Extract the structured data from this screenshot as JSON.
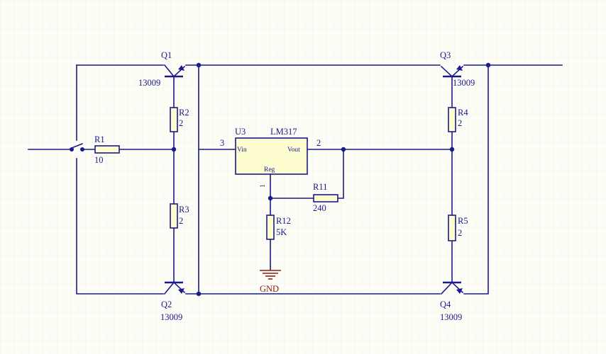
{
  "components": {
    "Q1": {
      "ref": "Q1",
      "value": "13009"
    },
    "Q2": {
      "ref": "Q2",
      "value": "13009"
    },
    "Q3": {
      "ref": "Q3",
      "value": "13009"
    },
    "Q4": {
      "ref": "Q4",
      "value": "13009"
    },
    "R1": {
      "ref": "R1",
      "value": "10"
    },
    "R2": {
      "ref": "R2",
      "value": "2"
    },
    "R3": {
      "ref": "R3",
      "value": "2"
    },
    "R4": {
      "ref": "R4",
      "value": "2"
    },
    "R5": {
      "ref": "R5",
      "value": "2"
    },
    "R11": {
      "ref": "R11",
      "value": "240"
    },
    "R12": {
      "ref": "R12",
      "value": "5K"
    },
    "U3": {
      "ref": "U3",
      "value": "LM317",
      "pin_vin": "Vin",
      "pin_vout": "Vout",
      "pin_reg": "Reg",
      "pin_num_in": "3",
      "pin_num_out": "2",
      "pin_num_adj": "1"
    }
  },
  "ground": {
    "label": "GND"
  },
  "colors": {
    "wire": "#1a1a8c",
    "ground": "#8c1a1a",
    "ic_fill": "#fdfdd0",
    "background": "#fdfdf7"
  }
}
